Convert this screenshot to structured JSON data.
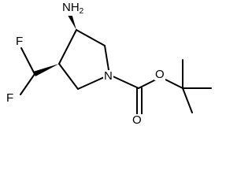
{
  "molecule": {
    "atoms": {
      "amine": {
        "symbol": "NH",
        "subscript": "2"
      },
      "fluorine_top": {
        "symbol": "F"
      },
      "fluorine_bottom": {
        "symbol": "F"
      },
      "ring_nitrogen": {
        "symbol": "N"
      },
      "carbonyl_oxygen": {
        "symbol": "O"
      },
      "ester_oxygen": {
        "symbol": "O"
      }
    },
    "stereo_bonds": [
      "bold-wedge",
      "bold-wedge"
    ],
    "colors": {
      "ink": "#000000",
      "background": "#ffffff"
    }
  }
}
